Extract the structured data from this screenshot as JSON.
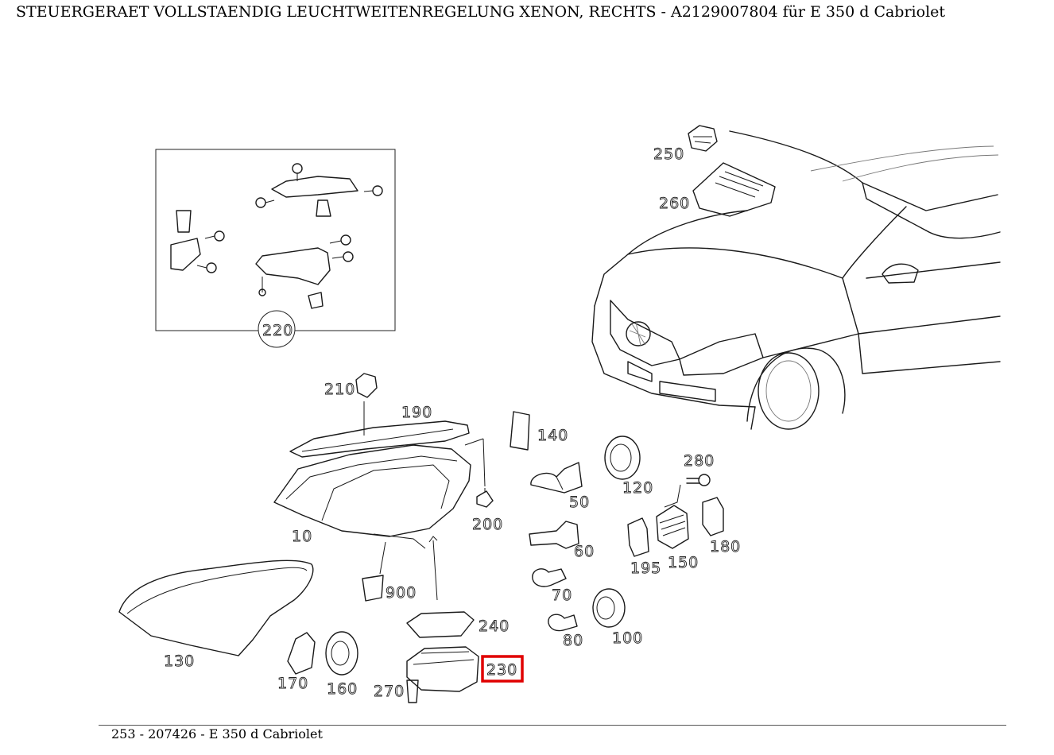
{
  "header": {
    "title": "STEUERGERAET VOLLSTAENDIG LEUCHTWEITENREGELUNG XENON, RECHTS - A2129007804 für E 350 d Cabriolet"
  },
  "footer": {
    "caption": "253 - 207426 - E 350 d Cabriolet"
  },
  "highlight": {
    "part": "230",
    "color": "#e00000"
  },
  "parts": {
    "p10": "10",
    "p50": "50",
    "p60": "60",
    "p70": "70",
    "p80": "80",
    "p100": "100",
    "p120": "120",
    "p130": "130",
    "p140": "140",
    "p150": "150",
    "p160": "160",
    "p170": "170",
    "p180": "180",
    "p190": "190",
    "p195": "195",
    "p200": "200",
    "p210": "210",
    "p220": "220",
    "p230": "230",
    "p240": "240",
    "p250": "250",
    "p260": "260",
    "p270": "270",
    "p280": "280",
    "p900": "900"
  }
}
